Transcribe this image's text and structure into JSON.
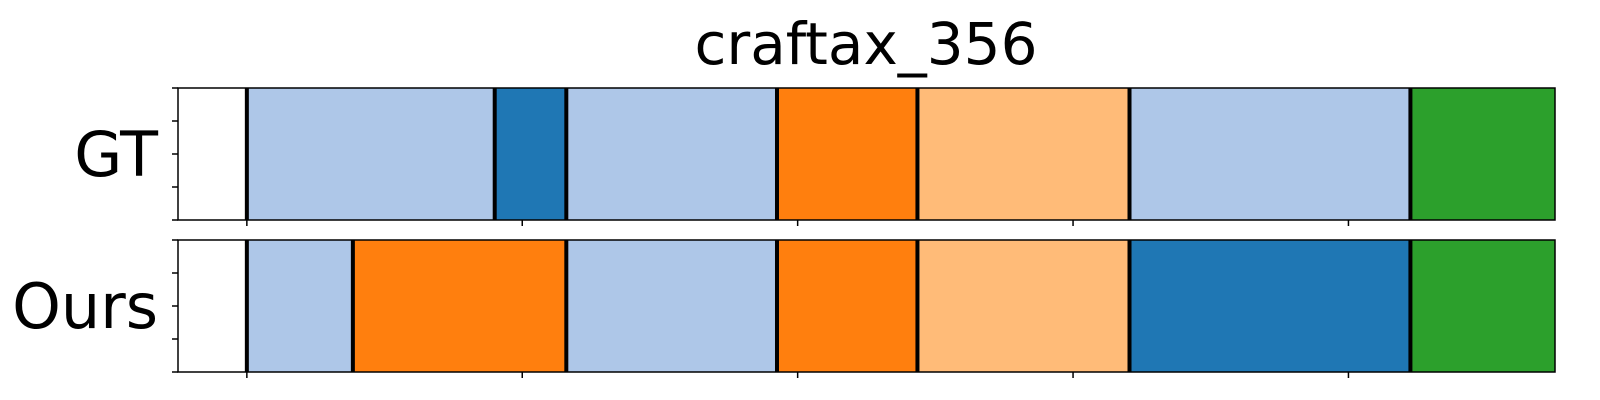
{
  "chart_data": {
    "type": "segmentation-timeline",
    "title": "craftax_356",
    "xlim": [
      0,
      1
    ],
    "rows": [
      {
        "label": "GT",
        "segments": [
          {
            "start": 0.05,
            "end": 0.23,
            "color": "#aec7e8"
          },
          {
            "start": 0.23,
            "end": 0.282,
            "color": "#1f77b4"
          },
          {
            "start": 0.282,
            "end": 0.435,
            "color": "#aec7e8"
          },
          {
            "start": 0.435,
            "end": 0.537,
            "color": "#ff7f0e"
          },
          {
            "start": 0.537,
            "end": 0.691,
            "color": "#ffbb78"
          },
          {
            "start": 0.691,
            "end": 0.895,
            "color": "#aec7e8"
          },
          {
            "start": 0.895,
            "end": 1.047,
            "color": "#2ca02c"
          }
        ]
      },
      {
        "label": "Ours",
        "segments": [
          {
            "start": 0.05,
            "end": 0.127,
            "color": "#aec7e8"
          },
          {
            "start": 0.127,
            "end": 0.282,
            "color": "#ff7f0e"
          },
          {
            "start": 0.282,
            "end": 0.435,
            "color": "#aec7e8"
          },
          {
            "start": 0.435,
            "end": 0.537,
            "color": "#ff7f0e"
          },
          {
            "start": 0.537,
            "end": 0.691,
            "color": "#ffbb78"
          },
          {
            "start": 0.691,
            "end": 0.895,
            "color": "#1f77b4"
          },
          {
            "start": 0.895,
            "end": 1.047,
            "color": "#2ca02c"
          }
        ]
      }
    ],
    "x_ticks": [
      0.05,
      0.25,
      0.45,
      0.65,
      0.85,
      1.05
    ],
    "y_ticks_per_row": 5,
    "colors": {
      "boundary": "#000000",
      "frame": "#000000",
      "background": "#ffffff"
    }
  }
}
